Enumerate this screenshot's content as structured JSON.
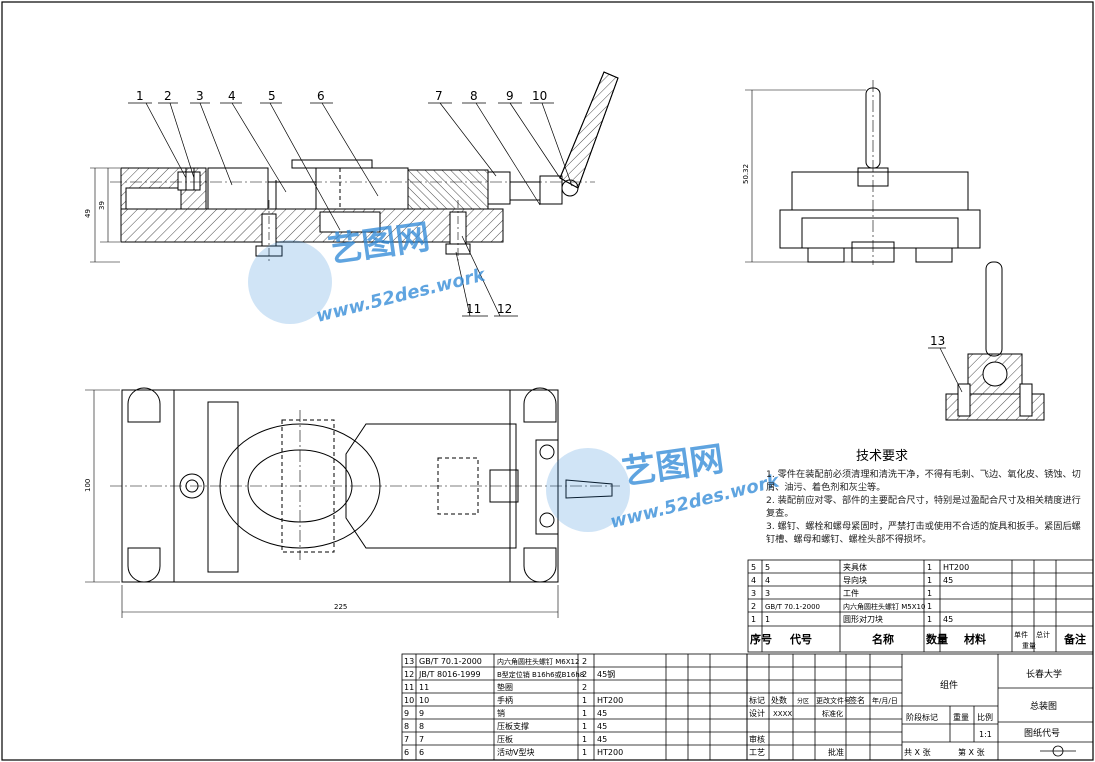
{
  "balloons": {
    "b1": "1",
    "b2": "2",
    "b3": "3",
    "b4": "4",
    "b5": "5",
    "b6": "6",
    "b7": "7",
    "b8": "8",
    "b9": "9",
    "b10": "10",
    "b11": "11",
    "b12": "12",
    "b13": "13"
  },
  "dims": {
    "h49": "49",
    "h39": "39",
    "h50_32": "50.32",
    "w225": "225",
    "h100": "100"
  },
  "tech": {
    "title": "技术要求",
    "l1": "1. 零件在装配前必须清理和清洗干净，不得有毛刺、飞边、氧化皮、锈蚀、切屑、油污、着色剂和灰尘等。",
    "l2": "2. 装配前应对零、部件的主要配合尺寸，特别是过盈配合尺寸及相关精度进行复查。",
    "l3": "3. 螺钉、螺栓和螺母紧固时，严禁打击或使用不合适的旋具和扳手。紧固后螺钉槽、螺母和螺钉、螺栓头部不得损坏。"
  },
  "bom_upper": {
    "rows": [
      {
        "seq": "5",
        "code": "5",
        "name": "夹具体",
        "qty": "1",
        "mat": "HT200"
      },
      {
        "seq": "4",
        "code": "4",
        "name": "导向块",
        "qty": "1",
        "mat": "45"
      },
      {
        "seq": "3",
        "code": "3",
        "name": "工件",
        "qty": "1",
        "mat": ""
      },
      {
        "seq": "2",
        "code": "GB/T 70.1-2000",
        "name": "内六角圆柱头螺钉 M5X10",
        "qty": "1",
        "mat": ""
      },
      {
        "seq": "1",
        "code": "1",
        "name": "圆形对刀块",
        "qty": "1",
        "mat": "45"
      }
    ],
    "header": {
      "seq": "序号",
      "code": "代号",
      "name": "名称",
      "qty": "数量",
      "mat": "材料",
      "unit": "单件",
      "total": "总计",
      "weight": "重量",
      "remark": "备注"
    }
  },
  "bom_lower": {
    "rows": [
      {
        "seq": "13",
        "code": "GB/T 70.1-2000",
        "name": "内六角圆柱头螺钉 M6X12",
        "qty": "2",
        "mat": ""
      },
      {
        "seq": "12",
        "code": "JB/T 8016-1999",
        "name": "B型定位销 B16h6或B16h8",
        "qty": "2",
        "mat": "45钢"
      },
      {
        "seq": "11",
        "code": "11",
        "name": "垫圈",
        "qty": "2",
        "mat": ""
      },
      {
        "seq": "10",
        "code": "10",
        "name": "手柄",
        "qty": "1",
        "mat": "HT200"
      },
      {
        "seq": "9",
        "code": "9",
        "name": "销",
        "qty": "1",
        "mat": "45"
      },
      {
        "seq": "8",
        "code": "8",
        "name": "压板支撑",
        "qty": "1",
        "mat": "45"
      },
      {
        "seq": "7",
        "code": "7",
        "name": "压板",
        "qty": "1",
        "mat": "45"
      },
      {
        "seq": "6",
        "code": "6",
        "name": "活动V型块",
        "qty": "1",
        "mat": "HT200"
      }
    ]
  },
  "title_block": {
    "mark": "标记",
    "count": "处数",
    "zone": "分区",
    "change_no": "更改文件号",
    "sign": "签名",
    "date": "年/月/日",
    "design": "设计",
    "designer": "XXXX",
    "standard": "标准化",
    "stage": "阶段标记",
    "weight": "重量",
    "scale": "比例",
    "scale_val": "1:1",
    "review": "审核",
    "process": "工艺",
    "approve": "批准",
    "sheets": "共 X 张",
    "sheet_no": "第 X 张",
    "name": "组件",
    "school": "长春大学",
    "drawing": "总装图",
    "drawing_code": "图纸代号"
  },
  "watermark": {
    "logo": "艺图网",
    "url": "www.52des.work"
  }
}
